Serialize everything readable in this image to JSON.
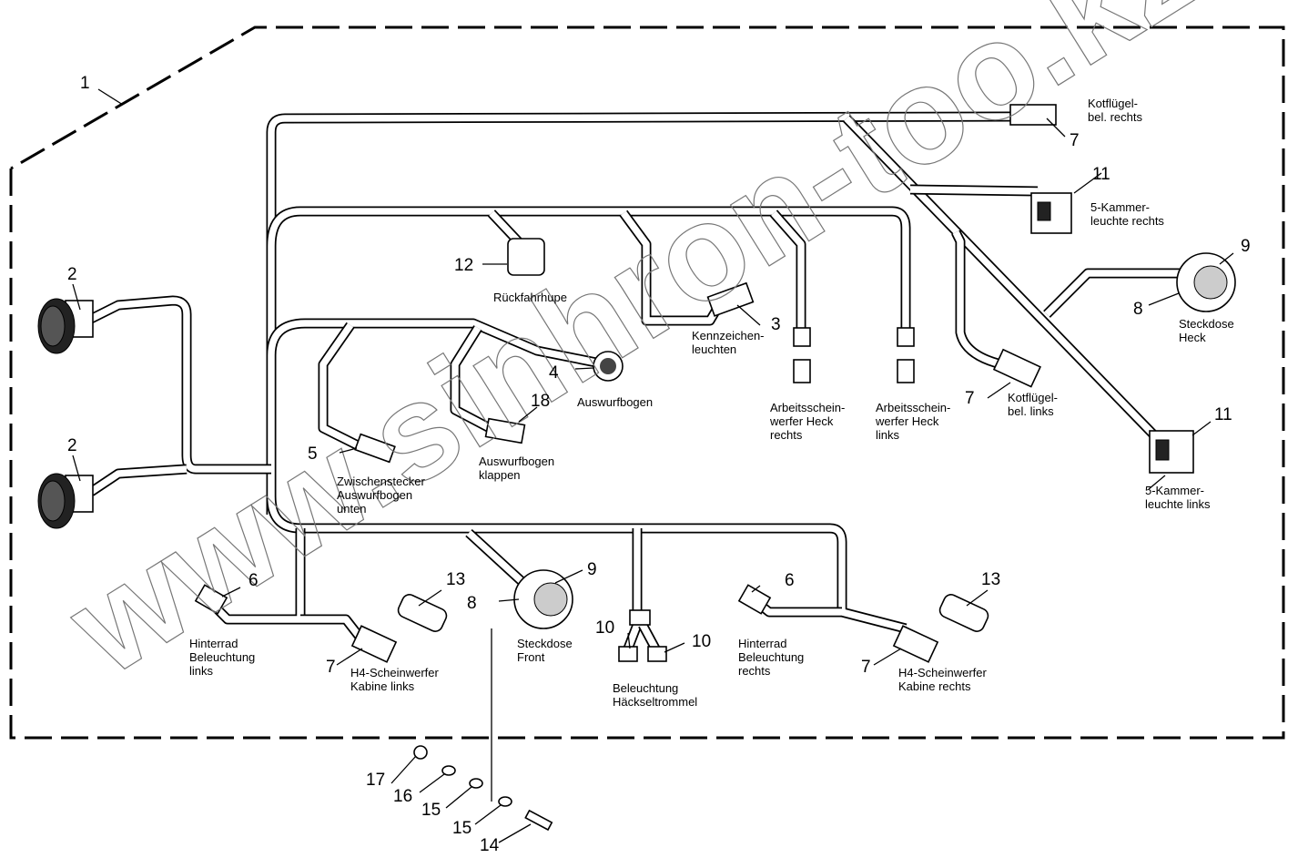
{
  "watermark": "www.sinhron-too.kz",
  "callouts": {
    "n1": "1",
    "n2a": "2",
    "n2b": "2",
    "n3": "3",
    "n4": "4",
    "n5": "5",
    "n6a": "6",
    "n6b": "6",
    "n7a": "7",
    "n7b": "7",
    "n7c": "7",
    "n7d": "7",
    "n8a": "8",
    "n8b": "8",
    "n9a": "9",
    "n9b": "9",
    "n10a": "10",
    "n10b": "10",
    "n11a": "11",
    "n11b": "11",
    "n12": "12",
    "n13a": "13",
    "n13b": "13",
    "n14": "14",
    "n15a": "15",
    "n15b": "15",
    "n16": "16",
    "n17": "17",
    "n18": "18"
  },
  "labels": {
    "kotfluegel_rechts": [
      "Kotflügel-",
      "bel. rechts"
    ],
    "kammer_rechts": [
      "5-Kammer-",
      "leuchte rechts"
    ],
    "steckdose_heck": [
      "Steckdose",
      "Heck"
    ],
    "kammer_links": [
      "5-Kammer-",
      "leuchte links"
    ],
    "kotfluegel_links": [
      "Kotflügel-",
      "bel. links"
    ],
    "arbeits_links": [
      "Arbeitsschein-",
      "werfer Heck",
      "links"
    ],
    "arbeits_rechts": [
      "Arbeitsschein-",
      "werfer Heck",
      "rechts"
    ],
    "kennzeichen": [
      "Kennzeichen-",
      "leuchten"
    ],
    "rueckfahrhupe": [
      "Rückfahrhupe"
    ],
    "auswurfbogen": [
      "Auswurfbogen"
    ],
    "auswurfbogen_klappen": [
      "Auswurfbogen",
      "klappen"
    ],
    "zwischenstecker": [
      "Zwischenstecker",
      "Auswurfbogen",
      "unten"
    ],
    "hinterrad_links": [
      "Hinterrad",
      "Beleuchtung",
      "links"
    ],
    "h4_links": [
      "H4-Scheinwerfer",
      "Kabine links"
    ],
    "steckdose_front": [
      "Steckdose",
      "Front"
    ],
    "beleuchtung_trommel": [
      "Beleuchtung",
      "Häckseltrommel"
    ],
    "hinterrad_rechts": [
      "Hinterrad",
      "Beleuchtung",
      "rechts"
    ],
    "h4_rechts": [
      "H4-Scheinwerfer",
      "Kabine rechts"
    ]
  }
}
